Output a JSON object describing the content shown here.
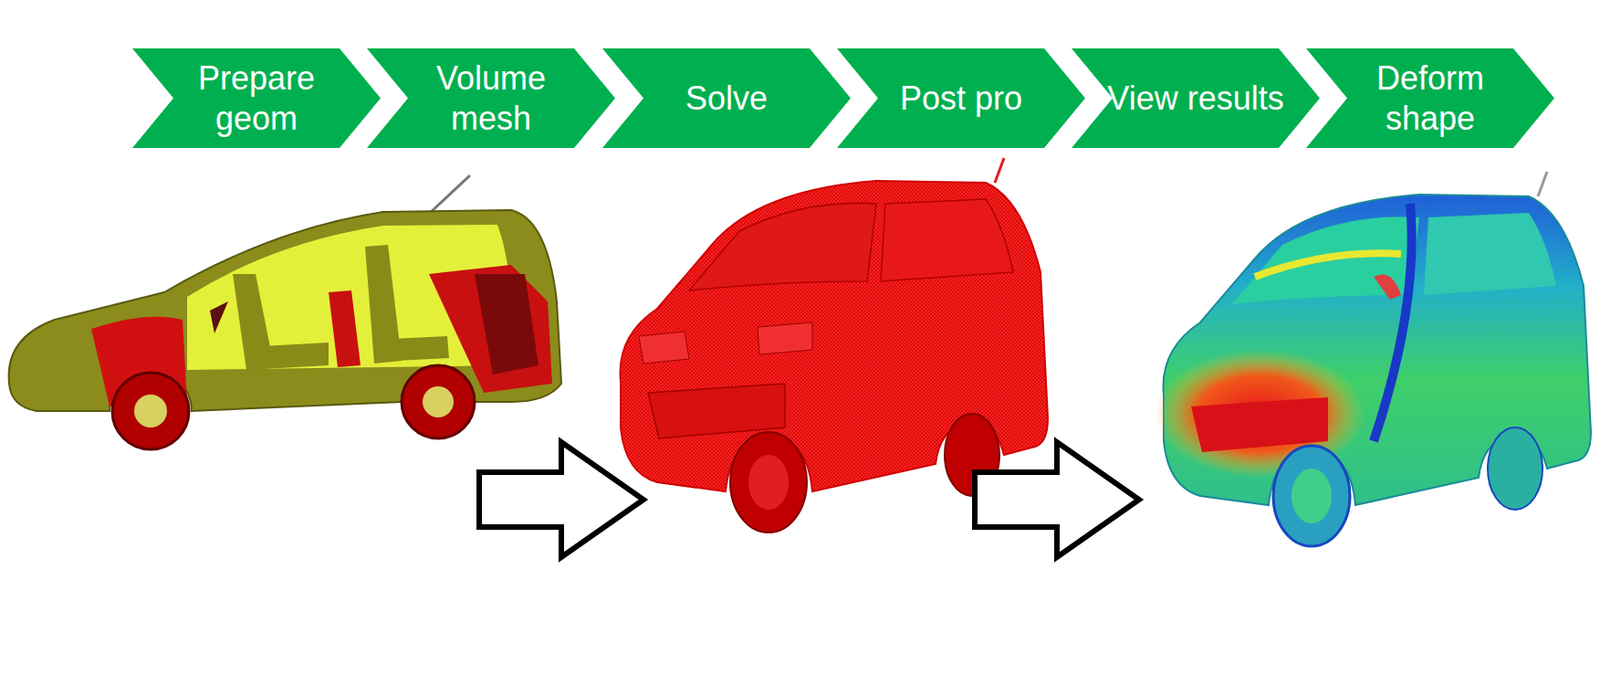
{
  "diagram": {
    "nodes": [
      {
        "text": [
          "Prepare geom"
        ]
      },
      {
        "text": [
          "Volume mesh"
        ]
      },
      {
        "text": [
          "Solve"
        ]
      },
      {
        "text": [
          "Post pro"
        ]
      },
      {
        "text": [
          "View results"
        ]
      },
      {
        "text": [
          "Deform shape"
        ]
      }
    ]
  }
}
